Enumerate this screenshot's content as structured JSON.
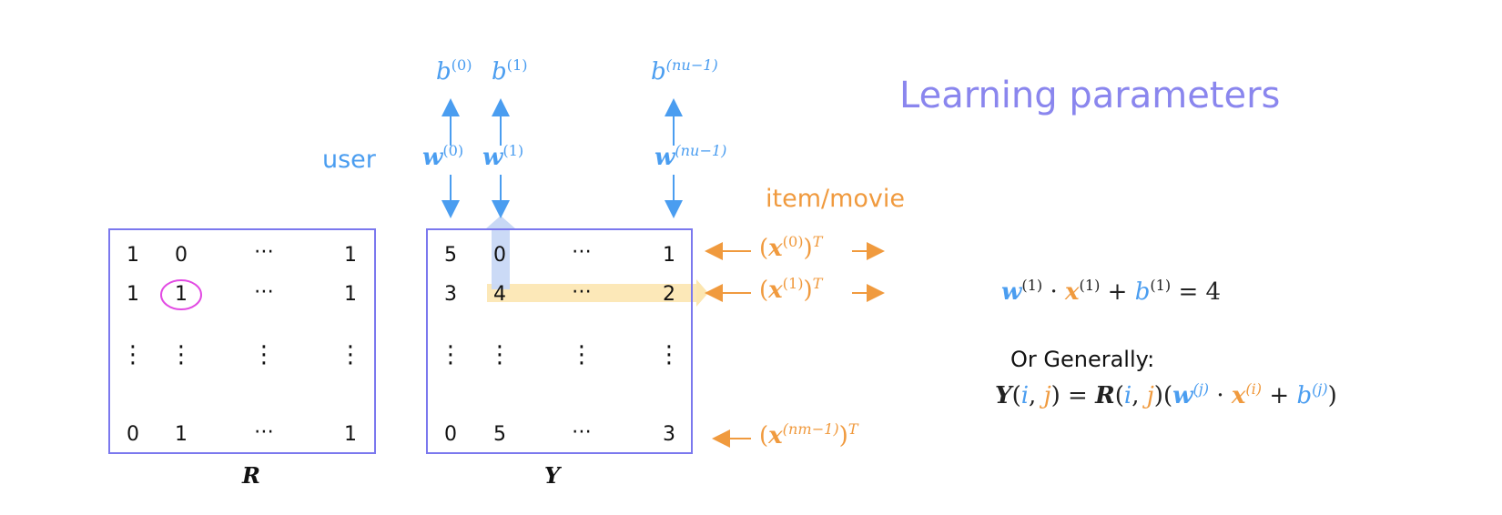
{
  "title": "Learning parameters",
  "user_label": "user",
  "item_label": "item/movie",
  "bias_labels": {
    "b0": {
      "base": "b",
      "sup": "(0)"
    },
    "b1": {
      "base": "b",
      "sup": "(1)"
    },
    "bn": {
      "base": "b",
      "sup": "(nu−1)"
    }
  },
  "weight_labels": {
    "w0": {
      "base": "w",
      "sup": "(0)"
    },
    "w1": {
      "base": "w",
      "sup": "(1)"
    },
    "wn": {
      "base": "w",
      "sup": "(nu−1)"
    }
  },
  "x_labels": {
    "x0": {
      "base": "x",
      "sup": "(0)",
      "t": "T"
    },
    "x1": {
      "base": "x",
      "sup": "(1)",
      "t": "T"
    },
    "xn": {
      "base": "x",
      "sup": "(nm−1)",
      "t": "T"
    }
  },
  "matrix_R": {
    "name": "R",
    "row0": [
      "1",
      "0",
      "1"
    ],
    "row1": [
      "1",
      "1",
      "1"
    ],
    "row2": [
      "0",
      "1",
      "1"
    ],
    "ellipsis_h": "⋯",
    "ellipsis_v": "⋮"
  },
  "matrix_Y": {
    "name": "Y",
    "row0": [
      "5",
      "0",
      "1"
    ],
    "row1": [
      "3",
      "4",
      "2"
    ],
    "row2": [
      "0",
      "5",
      "3"
    ],
    "ellipsis_h": "⋯",
    "ellipsis_v": "⋮"
  },
  "equation1": {
    "w": "w",
    "x": "x",
    "b": "b",
    "sup": "(1)",
    "dot": "·",
    "plus": "+",
    "equals": "= 4"
  },
  "or_generally": "Or Generally:",
  "equation2": {
    "Y": "Y",
    "R": "R",
    "i": "i",
    "j": "j",
    "w": "w",
    "x": "x",
    "b": "b",
    "supj": "(j)",
    "supi": "(i)"
  },
  "colors": {
    "blue": "#4a9df0",
    "orange": "#f09a3e",
    "matrix_border": "#7b78ee",
    "title": "#8a86ee",
    "highlight_circle": "#e24be3"
  }
}
